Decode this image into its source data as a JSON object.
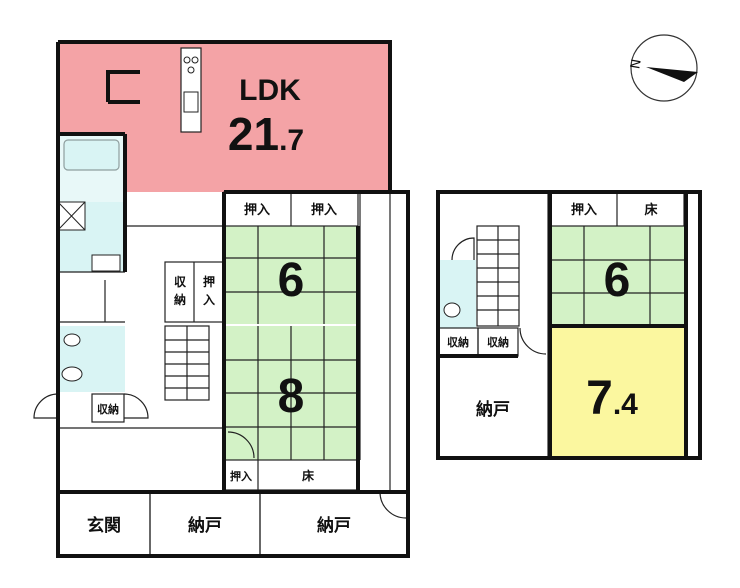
{
  "colors": {
    "ldk": "#f4a3a6",
    "tatami": "#d3f2c6",
    "yellow": "#fbf79f",
    "water": "#d9f4f4",
    "wall": "#111111"
  },
  "floor1": {
    "ldk_label": "LDK",
    "ldk_size_int": "21",
    "ldk_size_dec": ".7",
    "oshiire_a": "押入",
    "oshiire_b": "押入",
    "shuno": [
      "収",
      "納"
    ],
    "oshiire_v": [
      "押",
      "入"
    ],
    "room_a_size": "6",
    "room_b_size": "8",
    "oshiire_c": "押入",
    "toko": "床",
    "shuno_small": "収納",
    "genkan": "玄関",
    "nando_a": "納戸",
    "nando_b": "納戸"
  },
  "floor2": {
    "oshiire": "押入",
    "toko": "床",
    "room_a_size": "6",
    "shuno_a": "収納",
    "shuno_b": "収納",
    "nando": "納戸",
    "room_b_size_int": "7",
    "room_b_size_dec": ".4"
  },
  "compass": {
    "letter": "N",
    "icon": "north-arrow-icon"
  }
}
